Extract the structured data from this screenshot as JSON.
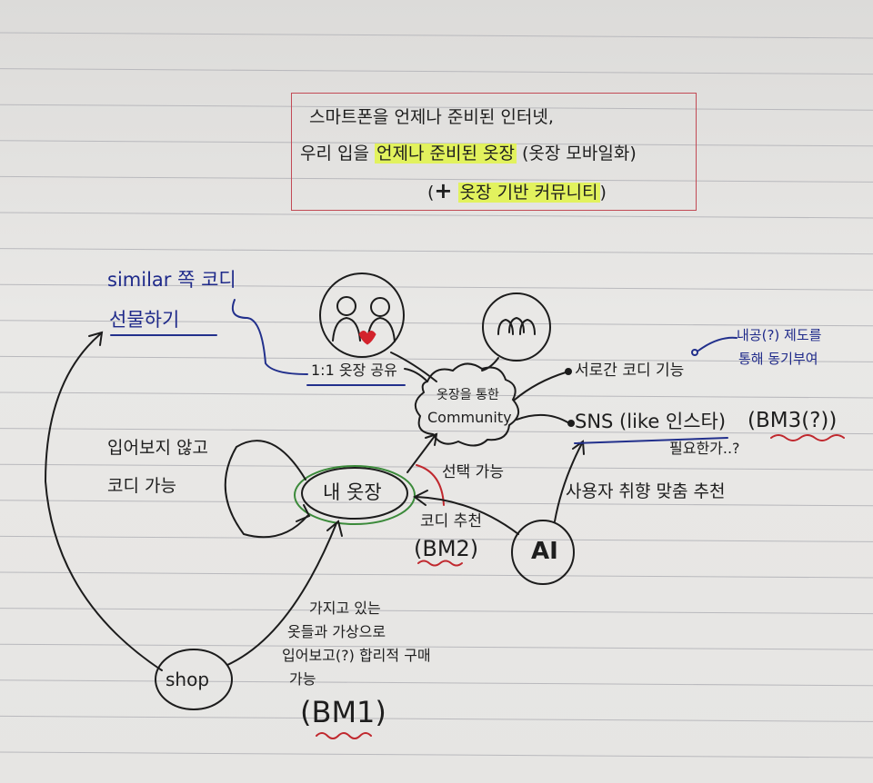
{
  "headline": {
    "line1": "스마트폰을 언제나 준비된 인터넷,",
    "line2_prefix": "우리 입을",
    "line2_highlight": "언제나 준비된 옷장",
    "line2_suffix": "(옷장 모바일화)",
    "line3_plus": "+",
    "line3_highlight": "옷장 기반 커뮤니티",
    "line3_close": ")"
  },
  "nodes": {
    "community": "Community",
    "community_top": "옷장을 통한",
    "my_closet": "내 옷장",
    "shop": "shop",
    "ai": "AI"
  },
  "labels": {
    "similar_line1": "similar 쪽 코디",
    "similar_line2": "선물하기",
    "share": "1:1 옷장 공유",
    "mutual_codi": "서로간 코디 기능",
    "sns": "SNS (like 인스타)",
    "bm3": "(BM3(?))",
    "needed": "필요한가..?",
    "reward_line1": "내공(?) 제도를",
    "reward_line2": "통해 동기부여",
    "try_line1": "입어보지 않고",
    "try_line2": "코디 가능",
    "selectable": "선택 가능",
    "codi_rec": "코디 추천",
    "bm2": "(BM2)",
    "user_rec": "사용자 취향 맞춤 추천",
    "virtual_line1": "가지고 있는",
    "virtual_line2": "옷들과 가상으로",
    "virtual_line3": "입어보고(?) 합리적 구매",
    "virtual_line4": "가능",
    "bm1": "(BM1)"
  },
  "colors": {
    "paper": "#e8e7e5",
    "rule": "#b9b9bd",
    "ink": "#1c1c1c",
    "blue_ink": "#1f2a8a",
    "red_ink": "#c0282e",
    "green_ink": "#3b8a3a",
    "highlight": "#e2f446"
  }
}
